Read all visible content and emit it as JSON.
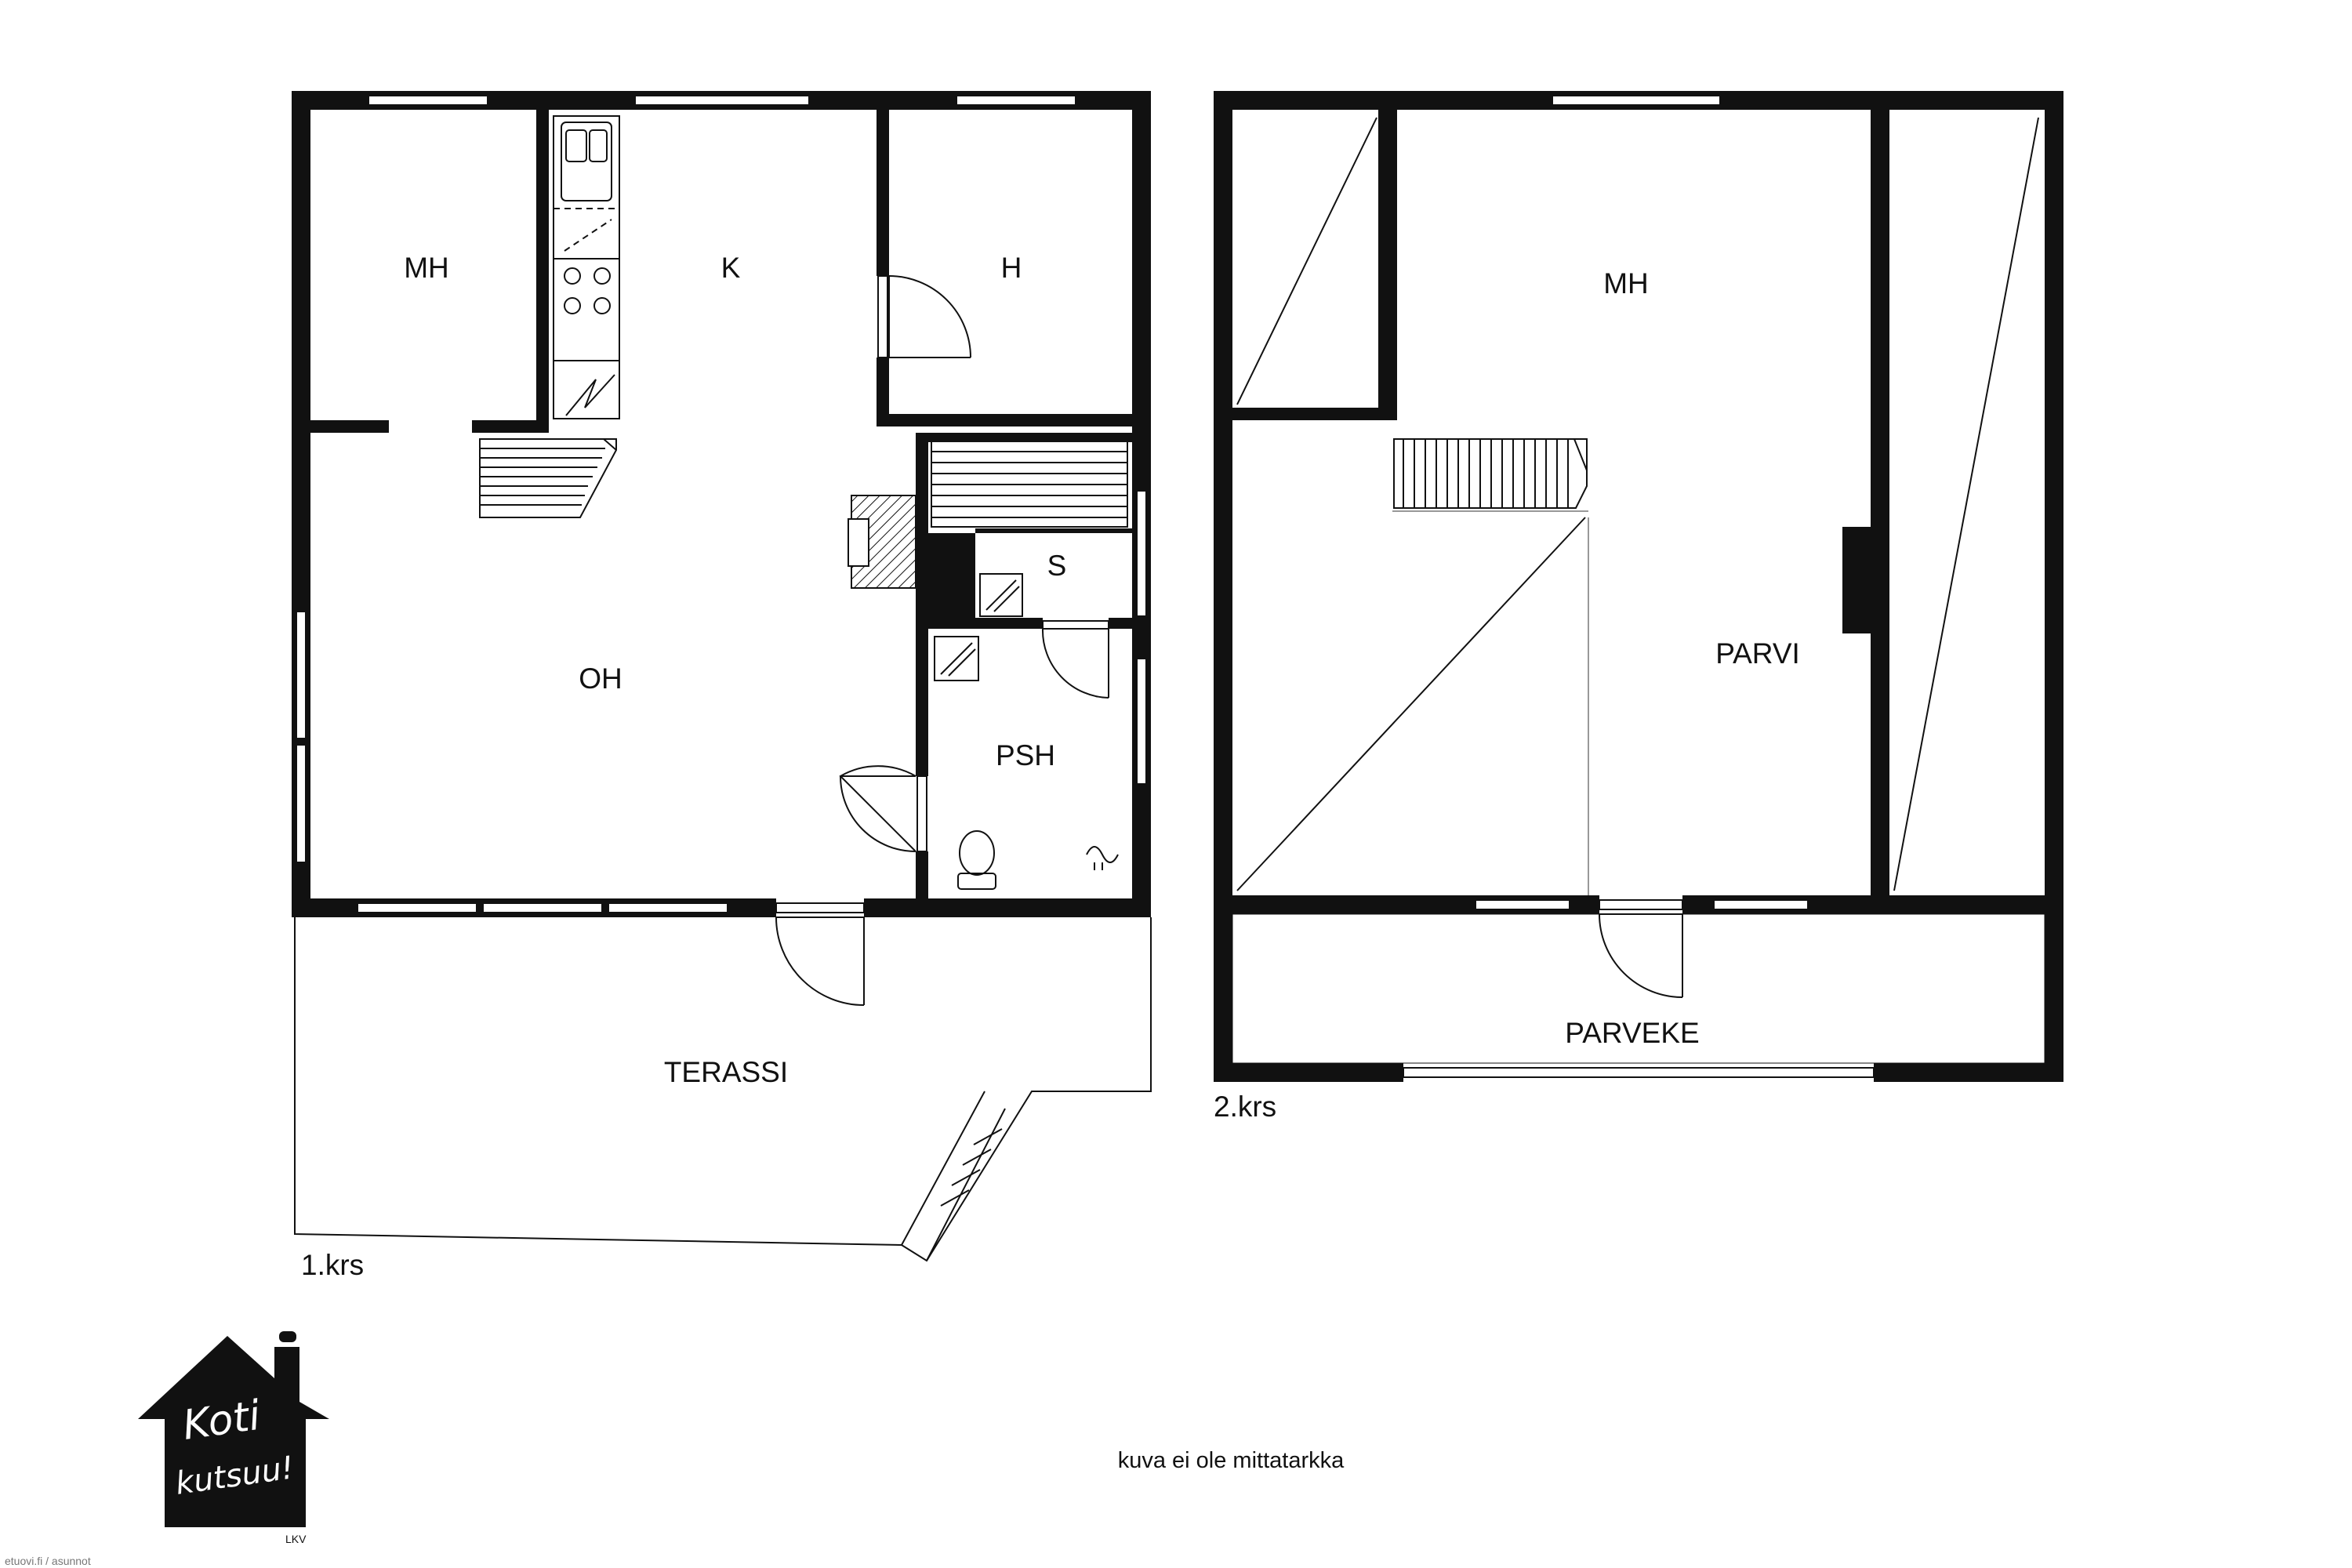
{
  "floor1": {
    "label": "1.krs",
    "rooms": {
      "mh": "MH",
      "k": "K",
      "h": "H",
      "oh": "OH",
      "s": "S",
      "psh": "PSH",
      "terassi": "TERASSI"
    }
  },
  "floor2": {
    "label": "2.krs",
    "rooms": {
      "mh": "MH",
      "parvi": "PARVI",
      "parveke": "PARVEKE"
    }
  },
  "note": "kuva ei ole mittatarkka",
  "logo": {
    "line1": "Koti",
    "line2": "kutsuu!",
    "tag": "LKV"
  },
  "source_text": "etuovi.fi / asunnot",
  "colors": {
    "wall": "#111111",
    "background": "#ffffff"
  }
}
